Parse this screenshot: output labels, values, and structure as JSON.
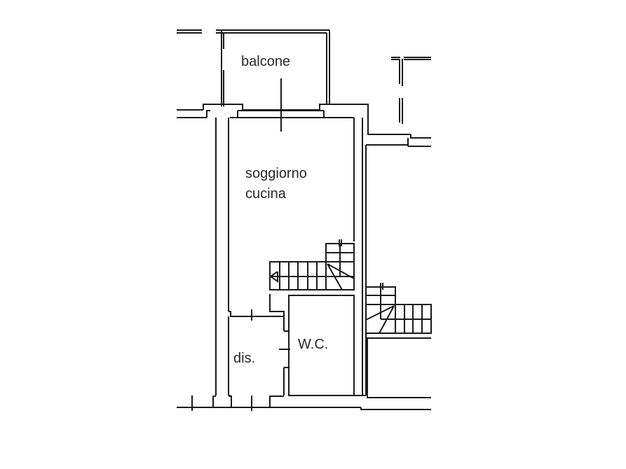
{
  "plan": {
    "type": "floor-plan",
    "line_color": "#1a1a1a",
    "background": "#ffffff",
    "rooms": [
      {
        "id": "balcone",
        "label": "balcone"
      },
      {
        "id": "soggiorno",
        "label_line1": "soggiorno",
        "label_line2": "cucina"
      },
      {
        "id": "wc",
        "label": "W.C."
      },
      {
        "id": "dis",
        "label": "dis."
      }
    ],
    "stairs": [
      {
        "id": "stair-main",
        "direction": "left-arrow"
      },
      {
        "id": "stair-right",
        "direction": "down-arrow"
      }
    ]
  }
}
